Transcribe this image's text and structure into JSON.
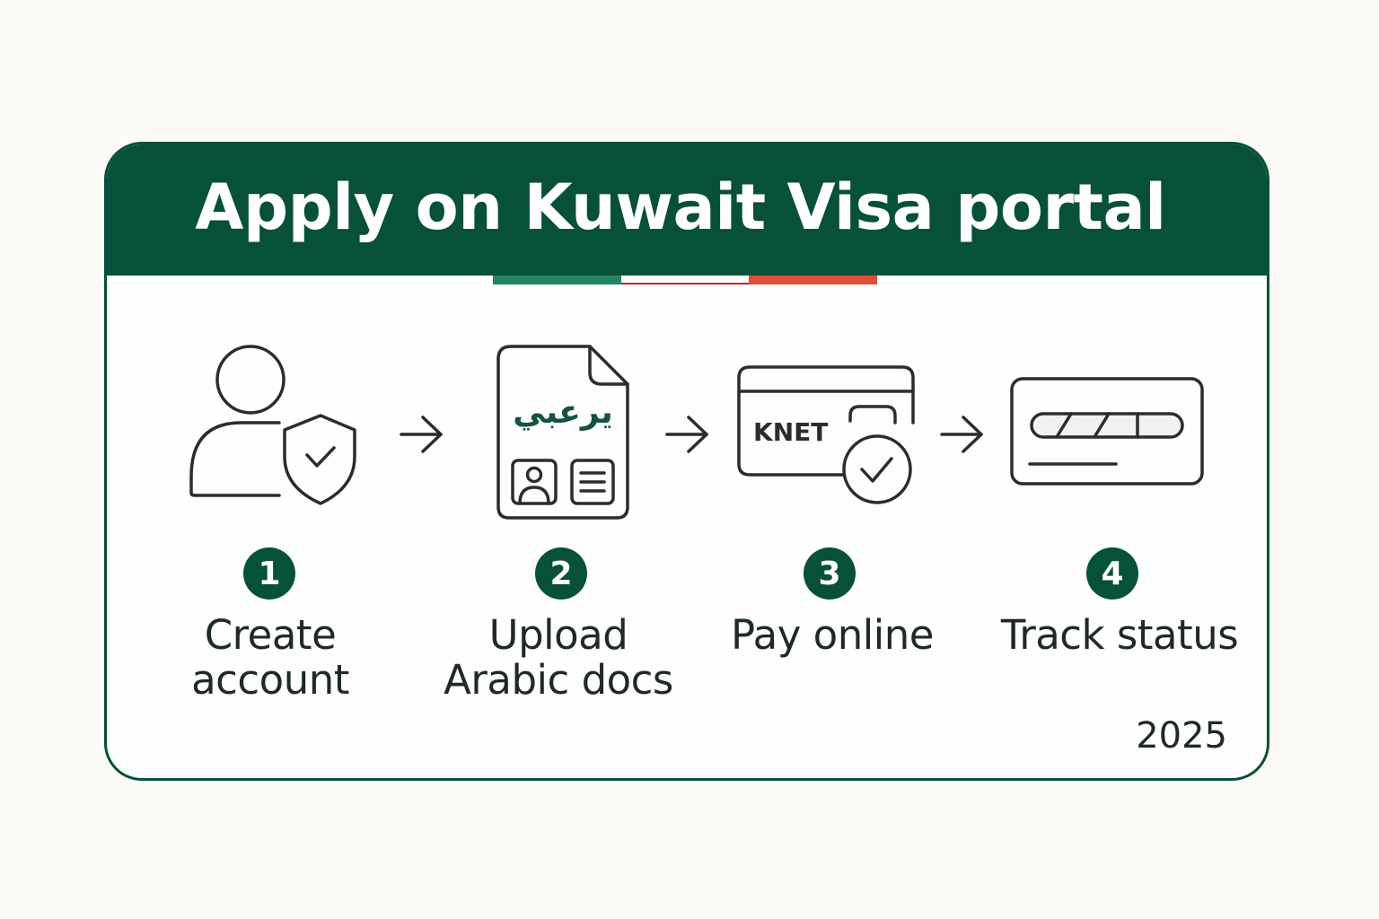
{
  "header": {
    "title": "Apply on Kuwait Visa portal"
  },
  "flag_stripe": {
    "colors": [
      "#258467",
      "#ffffff",
      "#e14d3b"
    ]
  },
  "steps": [
    {
      "number": "1",
      "label_line1": "Create",
      "label_line2": "account",
      "icon": "user-shield-check-icon"
    },
    {
      "number": "2",
      "label_line1": "Upload",
      "label_line2": "Arabic docs",
      "icon": "arabic-document-icon",
      "icon_text": "يرعبي"
    },
    {
      "number": "3",
      "label_line1": "Pay online",
      "label_line2": "",
      "icon": "knet-card-payment-icon",
      "icon_text": "KNET"
    },
    {
      "number": "4",
      "label_line1": "Track status",
      "label_line2": "",
      "icon": "progress-status-icon"
    }
  ],
  "arrows": [
    "arrow-right-icon",
    "arrow-right-icon",
    "arrow-right-icon"
  ],
  "footer": {
    "year": "2025"
  },
  "colors": {
    "brand_green": "#07503a",
    "flag_green": "#258467",
    "flag_red": "#e14d3b",
    "text_dark": "#1f2a27",
    "background": "#fbfaf6"
  }
}
